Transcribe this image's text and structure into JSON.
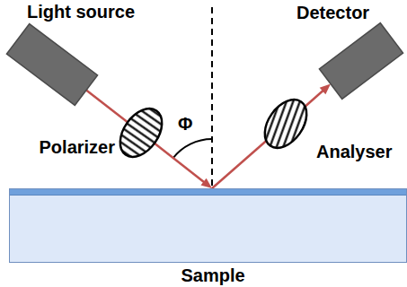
{
  "diagram": {
    "nodes": [
      {
        "text": [
          "Light source"
        ]
      },
      {
        "text": [
          "Polarizer"
        ]
      },
      {
        "text": [
          "Sample"
        ]
      },
      {
        "text": [
          "Analyser"
        ]
      },
      {
        "text": [
          "Detector"
        ]
      }
    ],
    "edges": [
      {
        "from": 0,
        "to": 1,
        "arrow": "none"
      },
      {
        "from": 1,
        "to": 2,
        "arrow": "to"
      },
      {
        "from": 2,
        "to": 3,
        "arrow": "none"
      },
      {
        "from": 3,
        "to": 4,
        "arrow": "to"
      }
    ],
    "labels": [
      "Φ"
    ]
  }
}
